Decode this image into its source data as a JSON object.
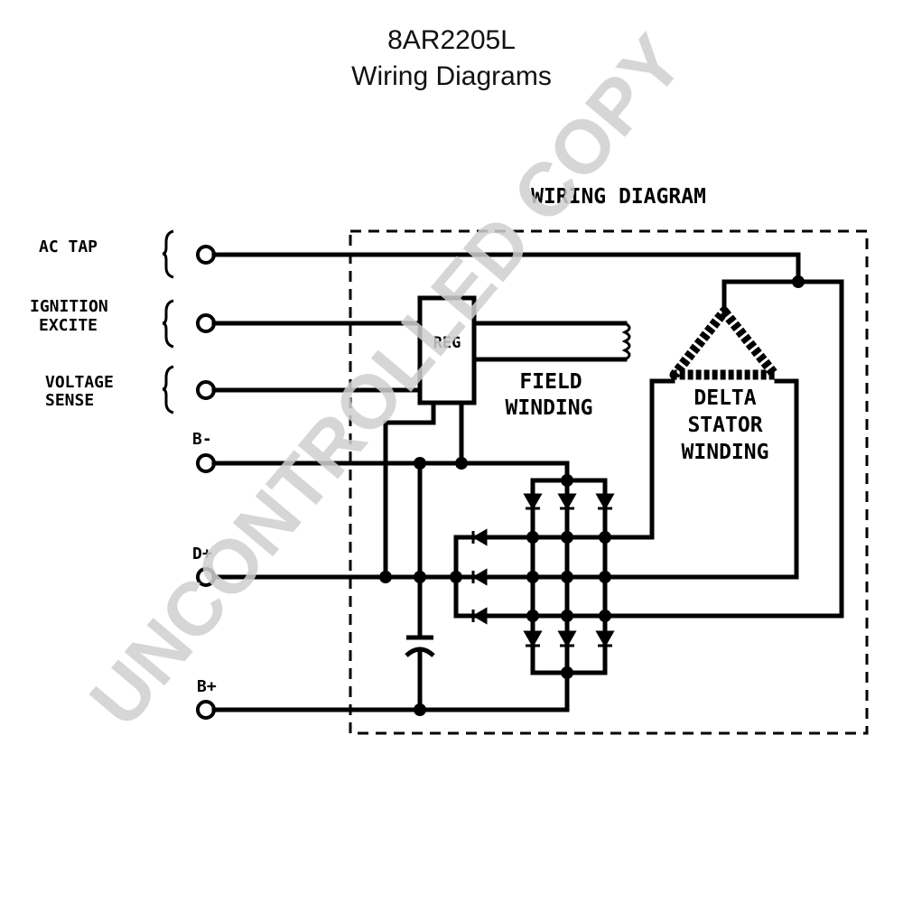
{
  "header": {
    "model": "8AR2205L",
    "subtitle": "Wiring Diagrams"
  },
  "diagram": {
    "heading": "WIRING DIAGRAM",
    "terminals": {
      "ac_tap": "AC TAP",
      "ignition_line1": "IGNITION",
      "ignition_line2": "EXCITE",
      "voltage_line1": "VOLTAGE",
      "voltage_line2": "SENSE",
      "b_minus": "B-",
      "d_plus": "D+",
      "b_plus": "B+"
    },
    "regulator": "REG",
    "field_line1": "FIELD",
    "field_line2": "WINDING",
    "stator_line1": "DELTA",
    "stator_line2": "STATOR",
    "stator_line3": "WINDING"
  },
  "watermark": "UNCONTROLLED COPY",
  "colors": {
    "ink": "#000000",
    "watermark": "#d0d0d0"
  }
}
